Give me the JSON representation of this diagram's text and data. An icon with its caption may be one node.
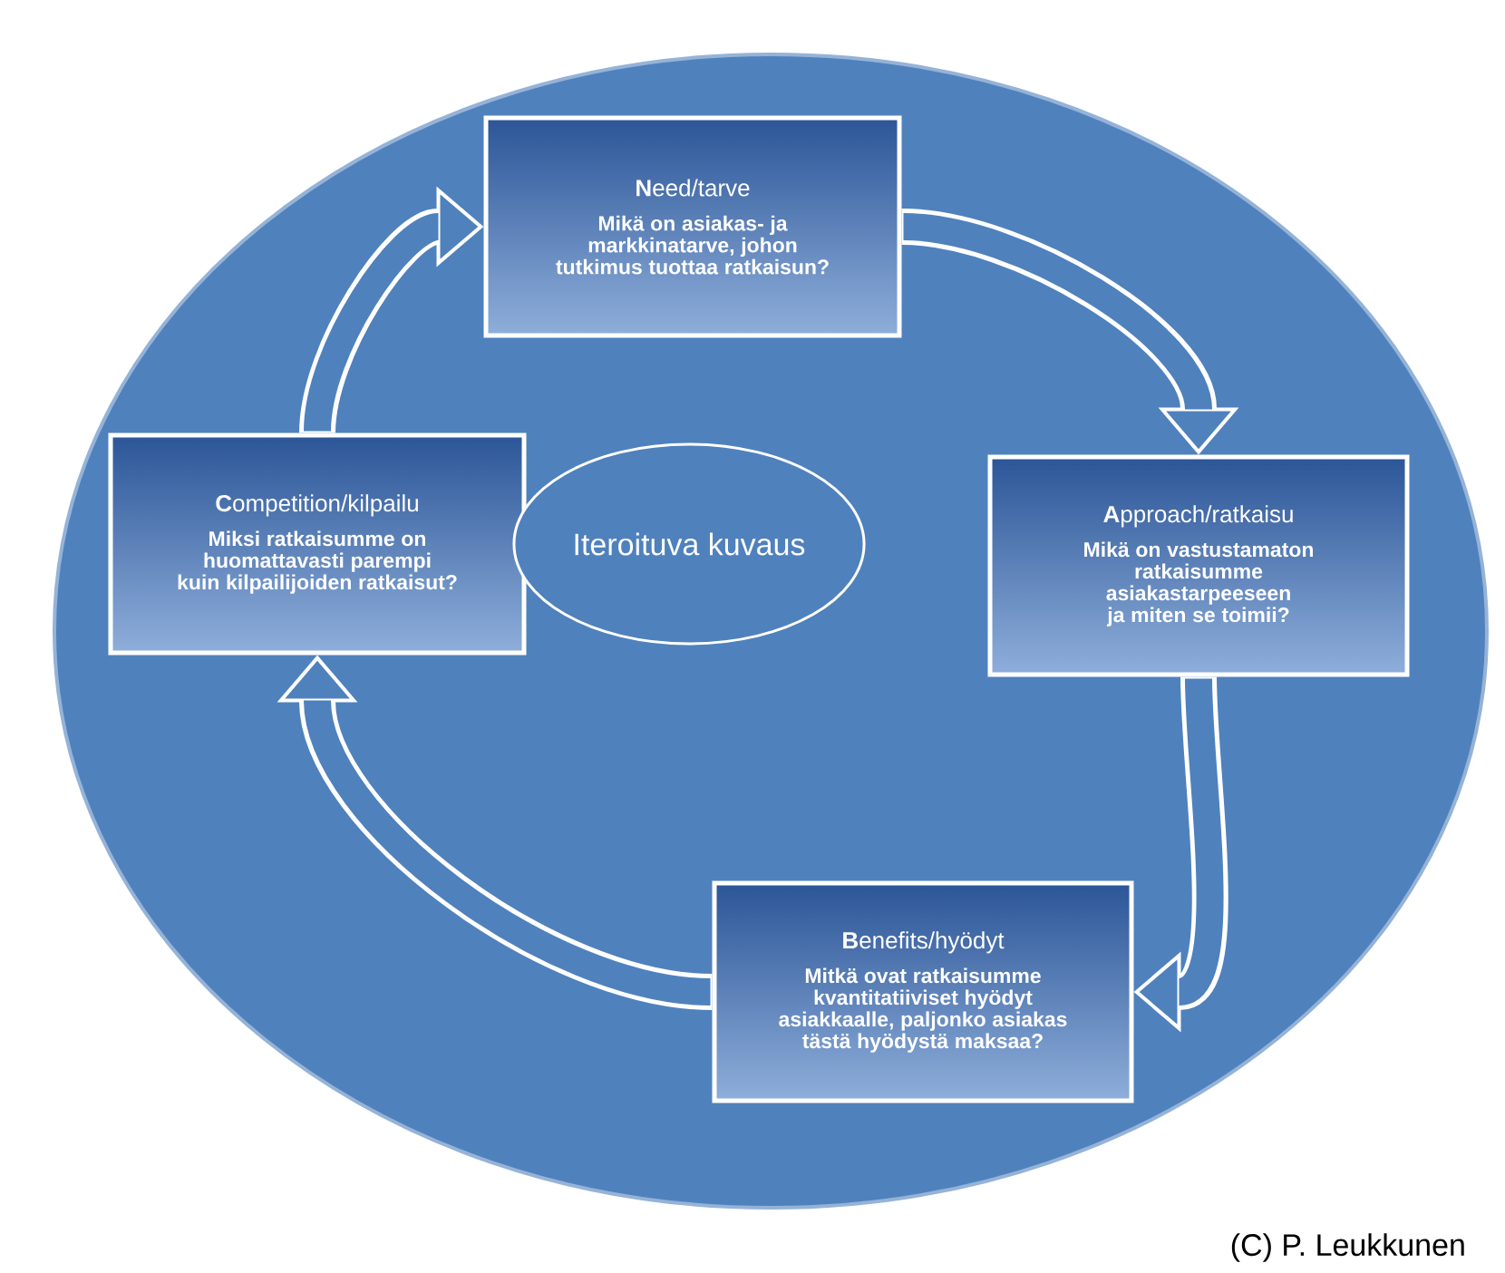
{
  "diagram": {
    "nodes": [
      {
        "text": [
          "**N**eed/tarve",
          "Mikä on asiakas- ja markkinatarve, johon tutkimus tuottaa ratkaisun?"
        ]
      },
      {
        "text": [
          "**C**ompetition/kilpailu",
          "Miksi ratkaisumme on huomattavasti parempi kuin kilpailijoiden ratkaisut?"
        ]
      },
      {
        "text": [
          "Iteroituva kuvaus"
        ]
      },
      {
        "text": [
          "**A**pproach/ratkaisu",
          "Mikä on vastustamaton ratkaisumme asiakastarpeeseen ja miten se toimii?"
        ]
      },
      {
        "text": [
          "**B**enefits/hyödyt",
          "Mitkä ovat ratkaisumme kvantitatiiviset hyödyt asiakkaalle, paljonko asiakas tästä hyödystä maksaa?"
        ]
      }
    ],
    "edges": [
      {
        "from": 0,
        "to": 3,
        "arrow": "to"
      },
      {
        "from": 3,
        "to": 4,
        "arrow": "to"
      },
      {
        "from": 4,
        "to": 1,
        "arrow": "to"
      },
      {
        "from": 1,
        "to": 0,
        "arrow": "to"
      }
    ],
    "labels": [
      "(C) P. Leukkunen"
    ]
  }
}
